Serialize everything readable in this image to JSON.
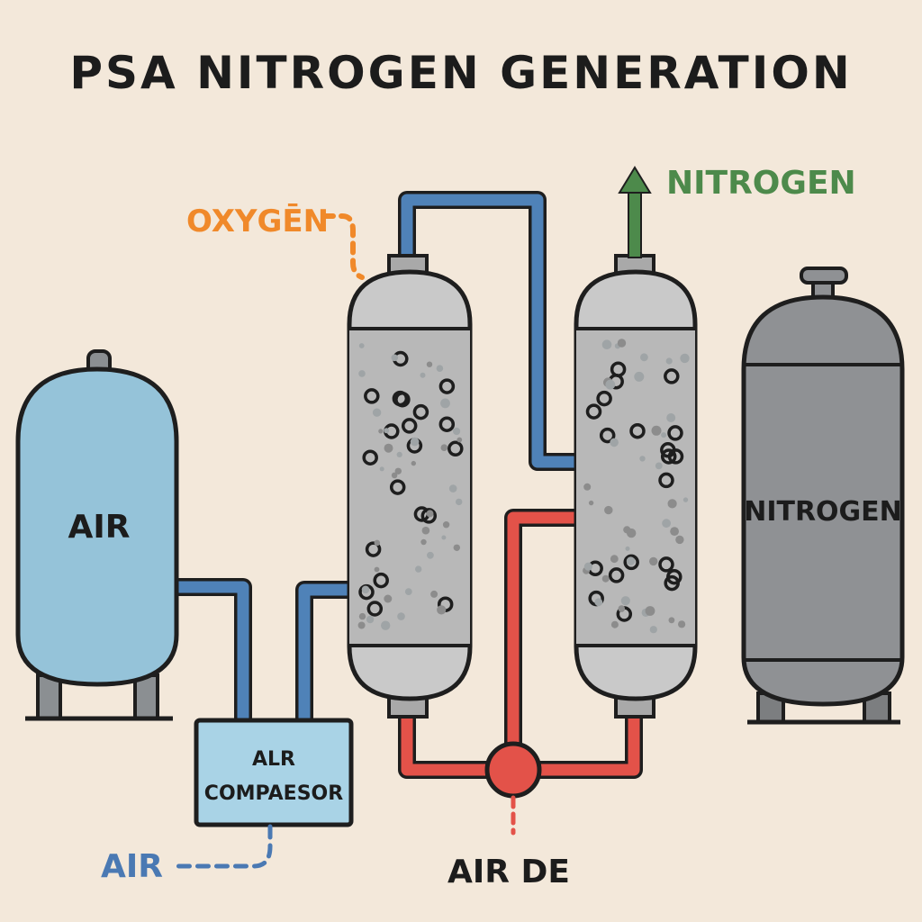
{
  "title": "PSA NITROGEN GENERATION",
  "labels": {
    "air_tank": "AIR",
    "compressor_line1": "ALR",
    "compressor_line2": "COMPAESOR",
    "air_inlet": "AIR",
    "oxygen": "OXYGĒN",
    "nitrogen_out": "NITROGEN",
    "nitrogen_tank": "NITROGEN",
    "air_de": "AIR DE"
  },
  "colors": {
    "background": "#f3e8da",
    "outline": "#1e1e1e",
    "air_tank": "#95c3d9",
    "compressor": "#a9d3e6",
    "pipe_blue": "#4f82b8",
    "pipe_red": "#e35249",
    "oxygen": "#f0892a",
    "nitrogen": "#4d8a4b",
    "column_body": "#c9c9c9",
    "column_fill": "#b8b8b8",
    "nitrogen_tank": "#8f9194",
    "air_label": "#4a79b3"
  }
}
